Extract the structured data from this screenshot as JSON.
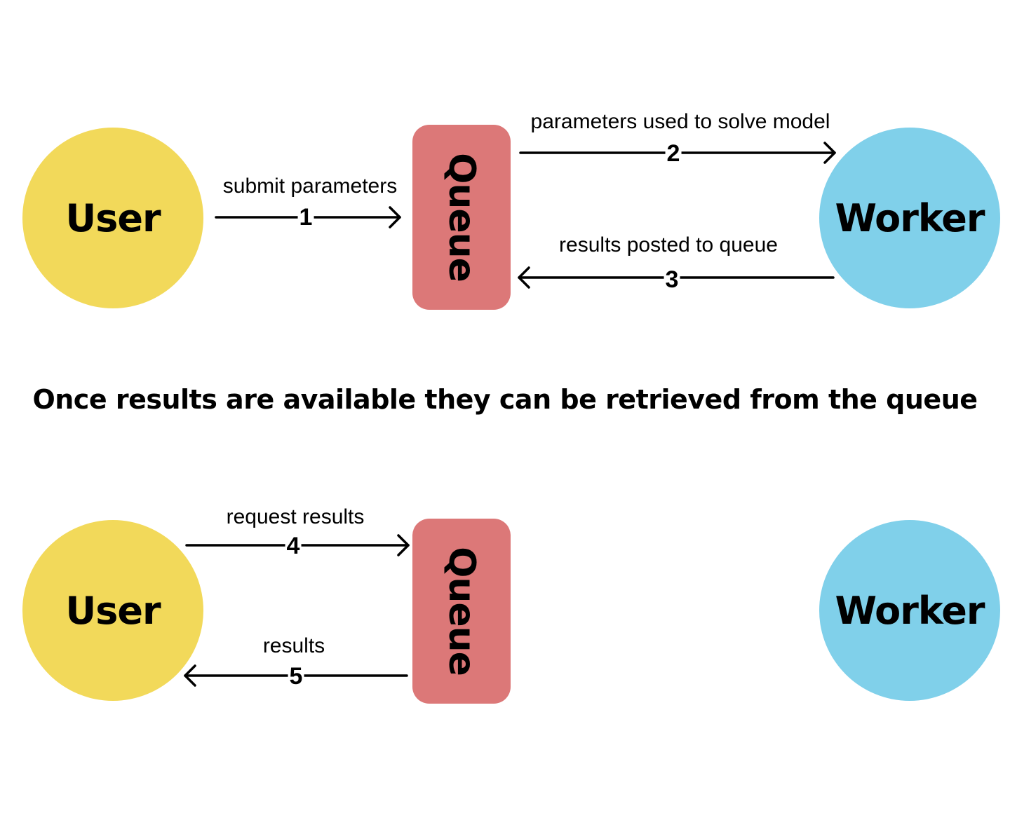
{
  "nodes": {
    "user": "User",
    "queue": "Queue",
    "worker": "Worker"
  },
  "colors": {
    "user": "#f2d95a",
    "queue": "#dc7878",
    "worker": "#80d0ea",
    "line": "#000000"
  },
  "flows": [
    {
      "step": "1",
      "label": "submit parameters"
    },
    {
      "step": "2",
      "label": "parameters used to solve model"
    },
    {
      "step": "3",
      "label": "results posted to queue"
    },
    {
      "step": "4",
      "label": "request results"
    },
    {
      "step": "5",
      "label": "results"
    }
  ],
  "caption": "Once results are available they can be retrieved from the queue"
}
